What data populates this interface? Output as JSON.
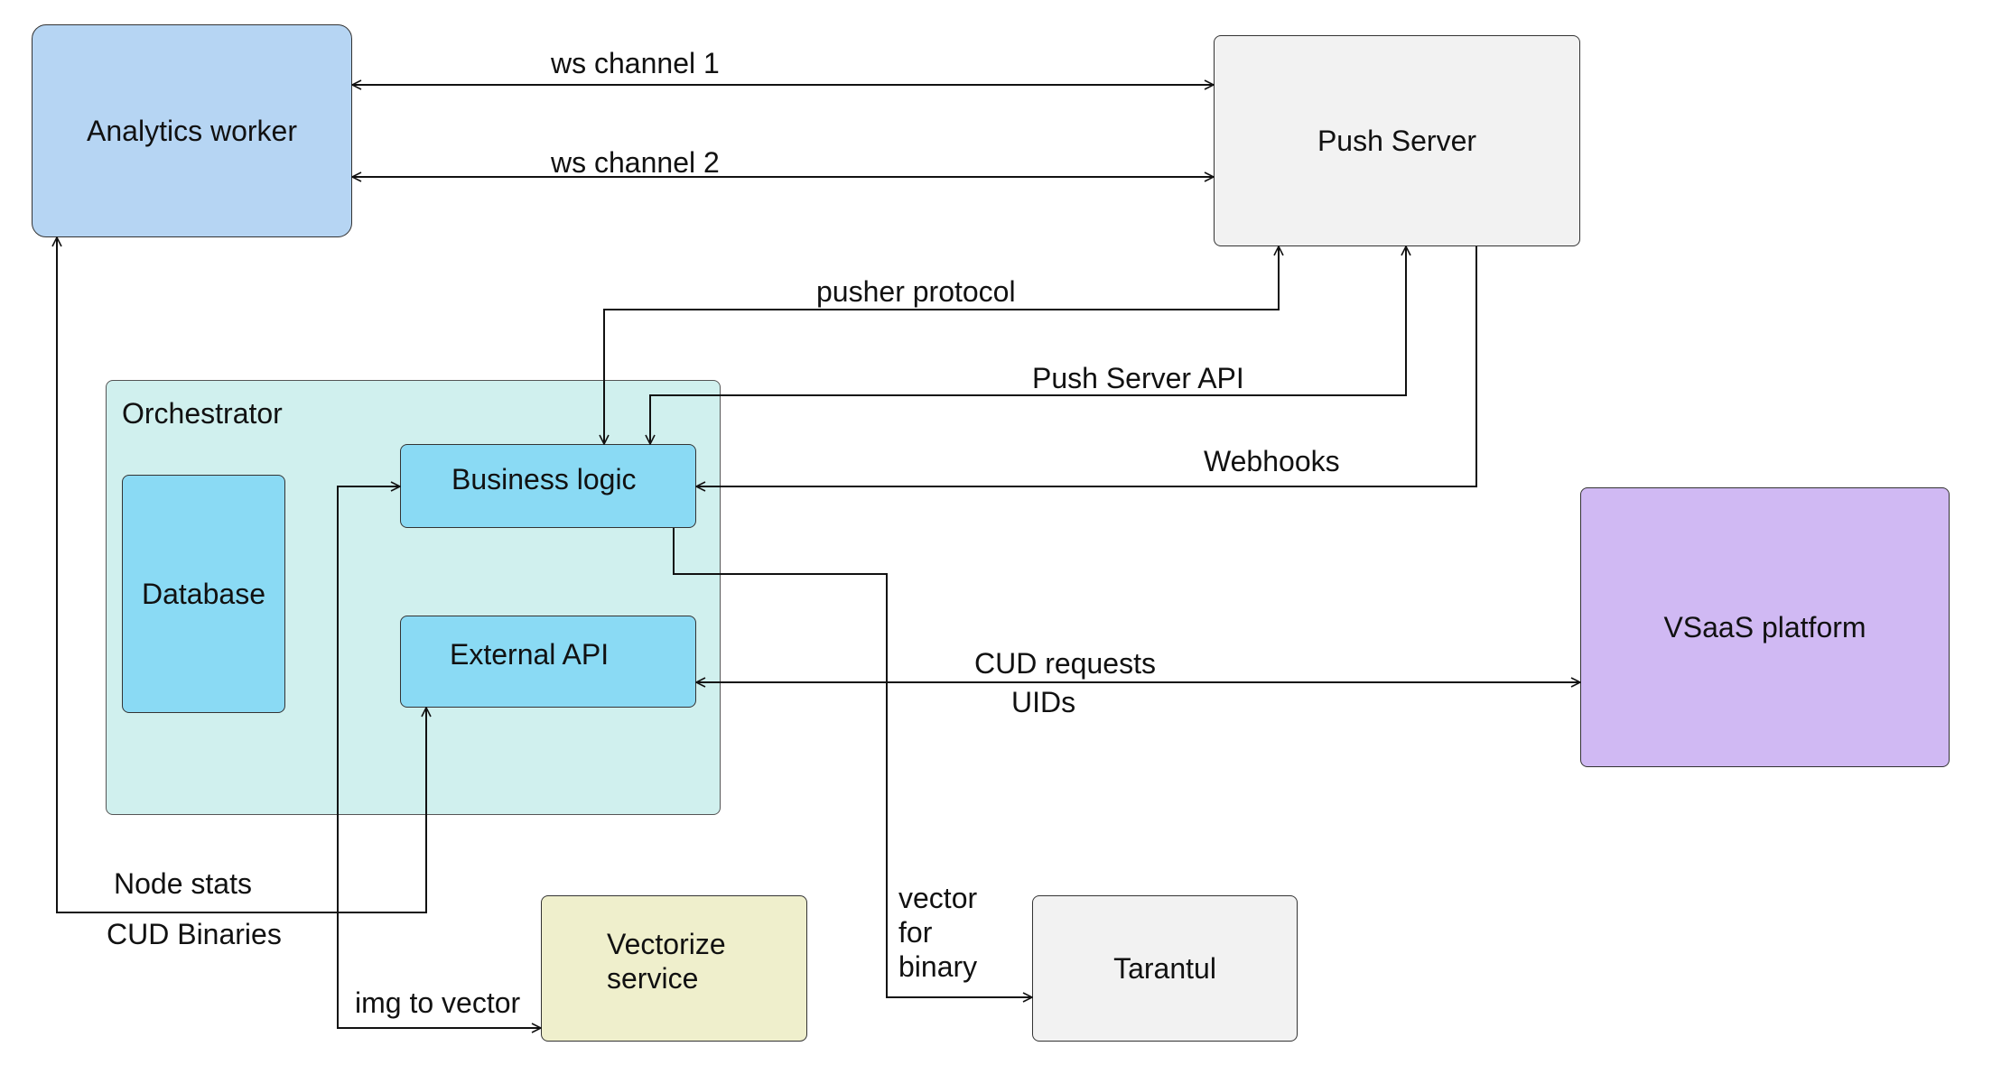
{
  "nodes": {
    "analytics_worker": "Analytics worker",
    "push_server": "Push Server",
    "orchestrator": "Orchestrator",
    "database": "Database",
    "business_logic": "Business logic",
    "external_api": "External API",
    "vsaas_platform": "VSaaS platform",
    "vectorize_service": "Vectorize\nservice",
    "tarantul": "Tarantul"
  },
  "edges": {
    "ws_channel_1": "ws channel 1",
    "ws_channel_2": "ws channel 2",
    "pusher_protocol": "pusher protocol",
    "push_server_api": "Push Server API",
    "webhooks": "Webhooks",
    "cud_requests": "CUD requests",
    "uids": "UIDs",
    "node_stats": "Node stats",
    "cud_binaries": "CUD Binaries",
    "img_to_vector": "img to vector",
    "vector_for_binary": "vector\nfor\nbinary"
  },
  "colors": {
    "analytics_worker": "#b6d5f3",
    "push_server": "#f2f2f2",
    "orchestrator": "#d0f0ee",
    "component": "#8adaf4",
    "vsaas_platform": "#d0b9f3",
    "vectorize_service": "#efefcc",
    "tarantul": "#f2f2f2"
  }
}
